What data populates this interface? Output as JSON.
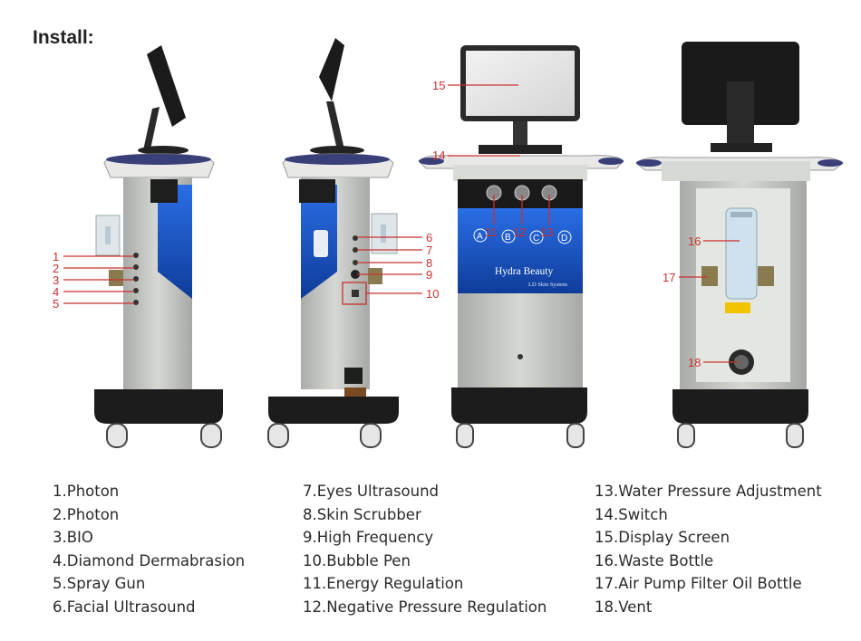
{
  "title": "Install:",
  "machine": {
    "front_panel_brand": "Hydra Beauty",
    "front_panel_sub": "LD Skin System",
    "panel_letters": [
      "A",
      "B",
      "C",
      "D"
    ]
  },
  "callouts": [
    "1",
    "2",
    "3",
    "4",
    "5",
    "6",
    "7",
    "8",
    "9",
    "10",
    "11",
    "12",
    "13",
    "14",
    "15",
    "16",
    "17",
    "18"
  ],
  "legend": {
    "col1": [
      "1.Photon",
      "2.Photon",
      "3.BIO",
      "4.Diamond Dermabrasion",
      "5.Spray Gun",
      "6.Facial Ultrasound"
    ],
    "col2": [
      "7.Eyes Ultrasound",
      "8.Skin Scrubber",
      "9.High Frequency",
      "10.Bubble Pen",
      "11.Energy Regulation",
      "12.Negative Pressure Regulation"
    ],
    "col3": [
      "13.Water Pressure Adjustment",
      "14.Switch",
      "15.Display Screen",
      "16.Waste Bottle",
      "17.Air Pump Filter Oil Bottle",
      "18.Vent"
    ]
  },
  "colors": {
    "callout": "#c9302c",
    "body": "#c8cbc7",
    "base": "#1c1c1c",
    "blue_panel": "#1f5ecf"
  }
}
